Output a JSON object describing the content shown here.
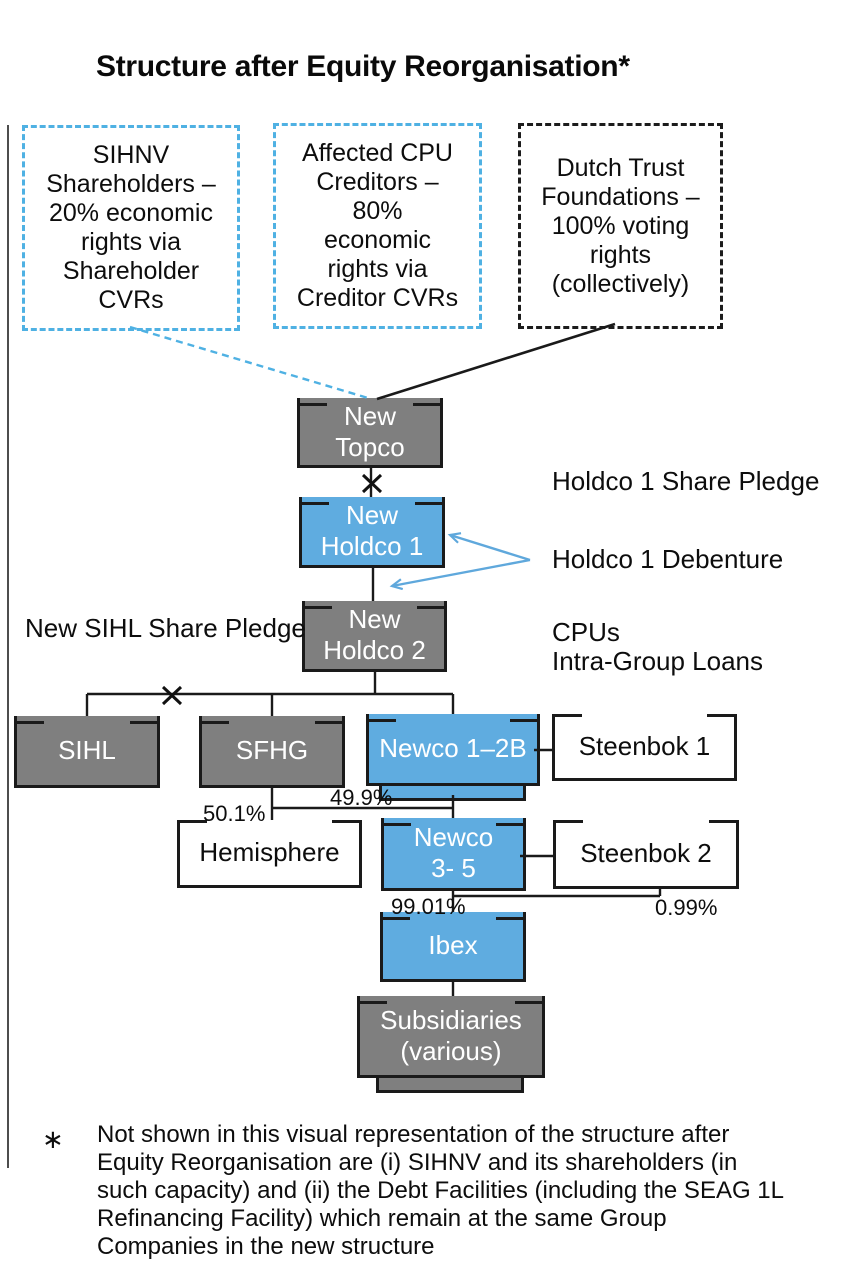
{
  "title": "Structure after Equity Reorganisation*",
  "top_boxes": [
    {
      "id": "sihnv-shareholders",
      "border": "blue-dashed",
      "text": "SIHNV\nShareholders –\n20% economic\nrights via\nShareholder\nCVRs"
    },
    {
      "id": "affected-cpu-creditors",
      "border": "blue-dashed",
      "text": "Affected CPU\nCreditors –\n80%\neconomic\nrights via\nCreditor CVRs"
    },
    {
      "id": "dutch-trust-foundations",
      "border": "black-dashed",
      "text": "Dutch Trust\nFoundations –\n100% voting\nrights\n(collectively)"
    }
  ],
  "nodes": {
    "topco": {
      "label": "New\nTopco",
      "style": "gray"
    },
    "holdco1": {
      "label": "New\nHoldco 1",
      "style": "blue"
    },
    "holdco2": {
      "label": "New\nHoldco 2",
      "style": "gray"
    },
    "sihl": {
      "label": "SIHL",
      "style": "gray"
    },
    "sfhg": {
      "label": "SFHG",
      "style": "gray"
    },
    "newco12b": {
      "label": "Newco 1–2B",
      "style": "blue"
    },
    "steenbok1": {
      "label": "Steenbok 1",
      "style": "white"
    },
    "hemisphere": {
      "label": "Hemisphere",
      "style": "white"
    },
    "newco35": {
      "label": "Newco\n3- 5",
      "style": "blue"
    },
    "steenbok2": {
      "label": "Steenbok 2",
      "style": "white"
    },
    "ibex": {
      "label": "Ibex",
      "style": "blue"
    },
    "subsidiaries": {
      "label": "Subsidiaries\n(various)",
      "style": "gray"
    }
  },
  "annotations": {
    "holdco1_share_pledge": "Holdco 1 Share Pledge",
    "holdco1_debenture": "Holdco 1 Debenture",
    "new_sihl_share_pledge": "New SIHL Share Pledge",
    "cpus": "CPUs",
    "intra_group_loans": "Intra-Group Loans"
  },
  "percentages": {
    "pct_50_1": "50.1%",
    "pct_49_9": "49.9%",
    "pct_99_01": "99.01%",
    "pct_0_99": "0.99%"
  },
  "footnote": {
    "marker": "∗",
    "text": "Not shown in this visual representation of the structure after\nEquity Reorganisation are (i) SIHNV and its shareholders (in\nsuch capacity) and (ii) the Debt Facilities (including the SEAG 1L\nRefinancing Facility) which remain at the same Group\nCompanies in the new structure"
  },
  "colors": {
    "box_blue": "#5FACE0",
    "box_gray": "#7F7F7F",
    "dashed_blue": "#4FB1E3",
    "arrow_blue": "#5FA8DC",
    "line_black": "#1a1a1a"
  }
}
